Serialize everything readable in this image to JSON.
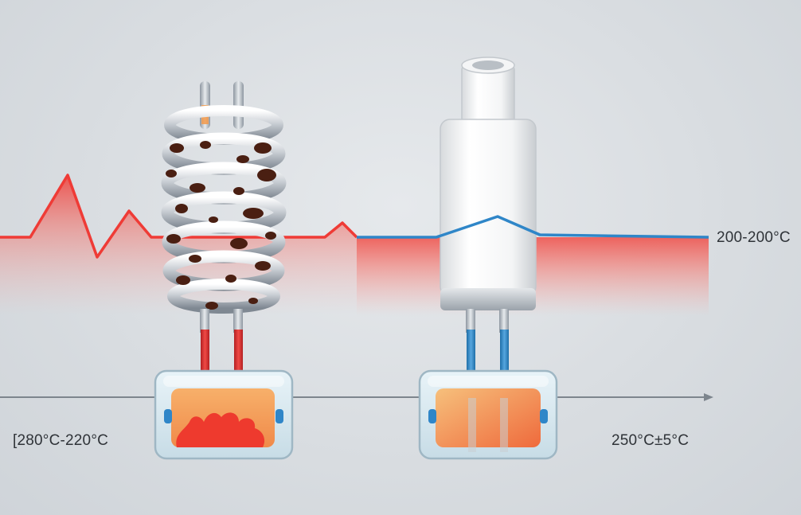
{
  "labels": {
    "right_line_temperature": "200-200°C",
    "left_range": "[280°C-220°C",
    "right_stable": "250°C±5°C"
  },
  "colors": {
    "hot_red": "#ef3b36",
    "cool_blue": "#2f86c8",
    "axis_gray": "#7d858d",
    "rust": "#4a1f12"
  },
  "icons": {
    "left_element": "rusted-coil-heater-icon",
    "right_element": "ceramic-cartridge-heater-icon",
    "left_box": "flame-chamber-icon",
    "right_box": "heating-chamber-icon"
  }
}
